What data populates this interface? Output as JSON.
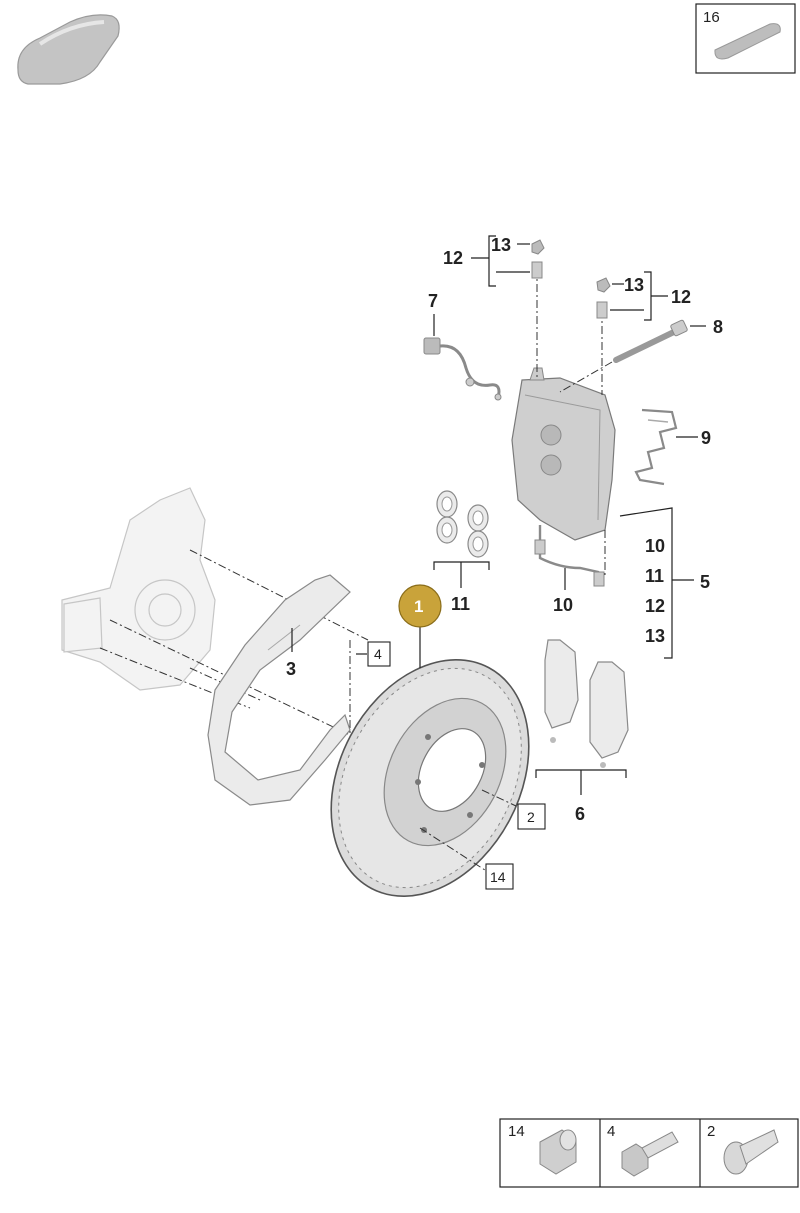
{
  "diagram": {
    "highlighted_part": "1",
    "highlight_color": "#c9a33a",
    "callouts": {
      "p2": "2",
      "p3": "3",
      "p4": "4",
      "p5": "5",
      "p6": "6",
      "p7": "7",
      "p8": "8",
      "p9": "9",
      "p10a": "10",
      "p10b": "10",
      "p11a": "11",
      "p11b": "11",
      "p12a": "12",
      "p12b": "12",
      "p12c": "12",
      "p13a": "13",
      "p13b": "13",
      "p13c": "13",
      "p14": "14",
      "p16": "16"
    },
    "thumbnails": {
      "t14": "14",
      "t4": "4",
      "t2": "2"
    }
  }
}
